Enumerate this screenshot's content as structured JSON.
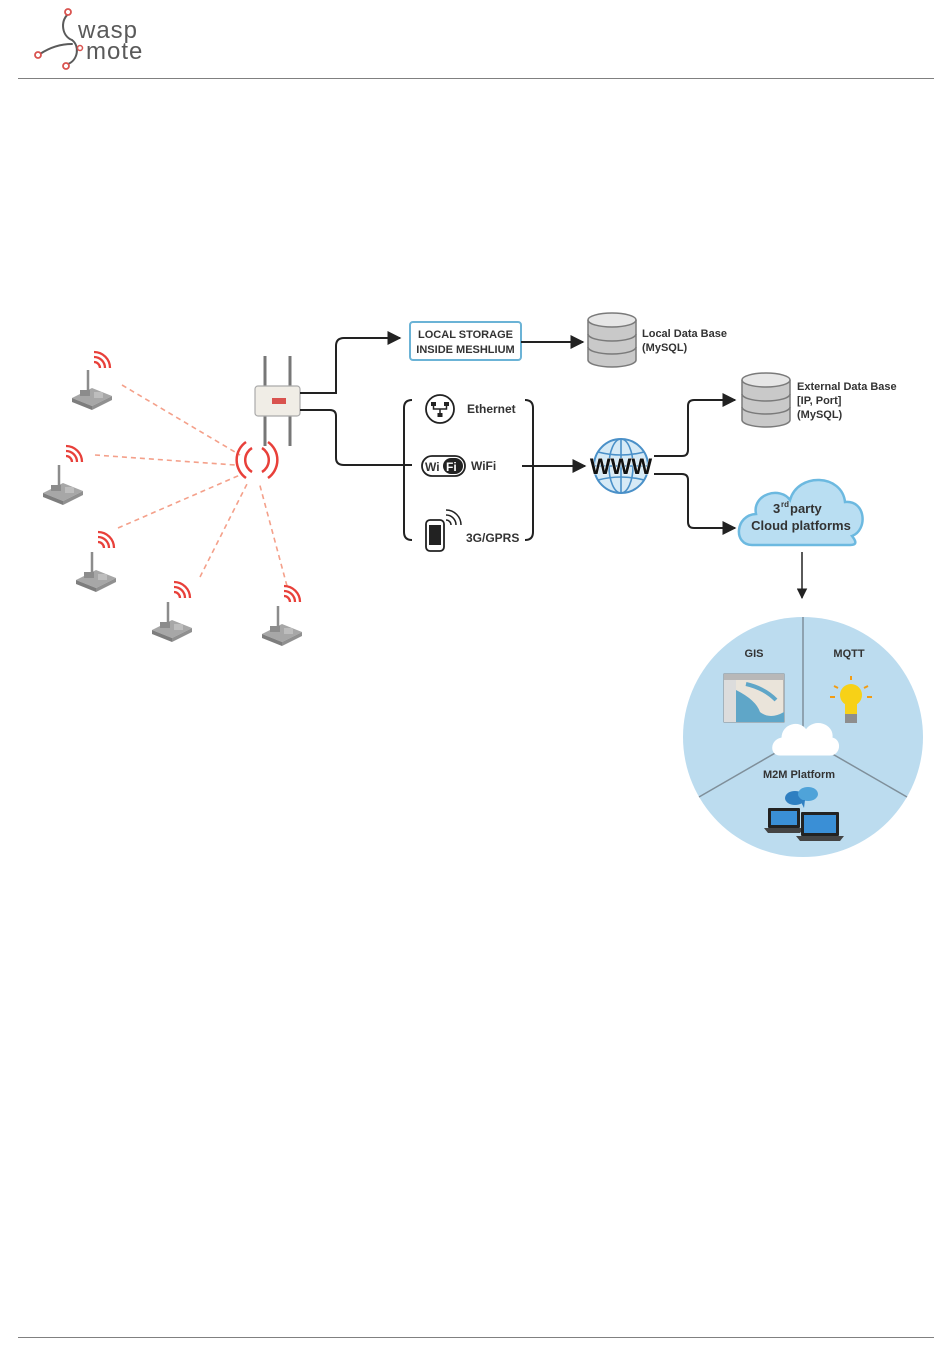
{
  "header": {
    "logo_line1": "wasp",
    "logo_line2": "mote",
    "colors": {
      "logo_text": "#5a5a5a",
      "logo_accent": "#d9534f",
      "rule": "#808080"
    }
  },
  "diagram": {
    "local_storage": {
      "line1": "LOCAL STORAGE",
      "line2": "INSIDE MESHLIUM"
    },
    "local_db": {
      "line1": "Local Data Base",
      "line2": "(MySQL)"
    },
    "external_db": {
      "line1": "External Data Base",
      "line2": "[IP, Port]",
      "line3": "(MySQL)"
    },
    "connections": [
      {
        "label": "Ethernet",
        "icon": "ethernet-icon"
      },
      {
        "label": "WiFi",
        "icon": "wifi-icon"
      },
      {
        "label": "3G/GPRS",
        "icon": "mobile-phone-icon"
      }
    ],
    "wifi_logo": {
      "left": "Wi",
      "right": "Fi"
    },
    "www_label": "WWW",
    "cloud": {
      "line1_main": "3",
      "line1_sup": "rd",
      "line1_rest": " party",
      "line2": "Cloud platforms"
    },
    "platforms": {
      "gis": "GIS",
      "mqtt": "MQTT",
      "m2m": "M2M Platform"
    },
    "colors": {
      "link_line": "#222222",
      "radio_waves": "#e8403a",
      "dashed_link": "#f4a08a",
      "storage_border": "#6bb3d6",
      "cloud_fill": "#b9def2",
      "cloud_stroke": "#6cb9e0",
      "platform_circle": "#bcdcef",
      "globe": "#4a90c8",
      "bulb": "#f7d117"
    }
  }
}
